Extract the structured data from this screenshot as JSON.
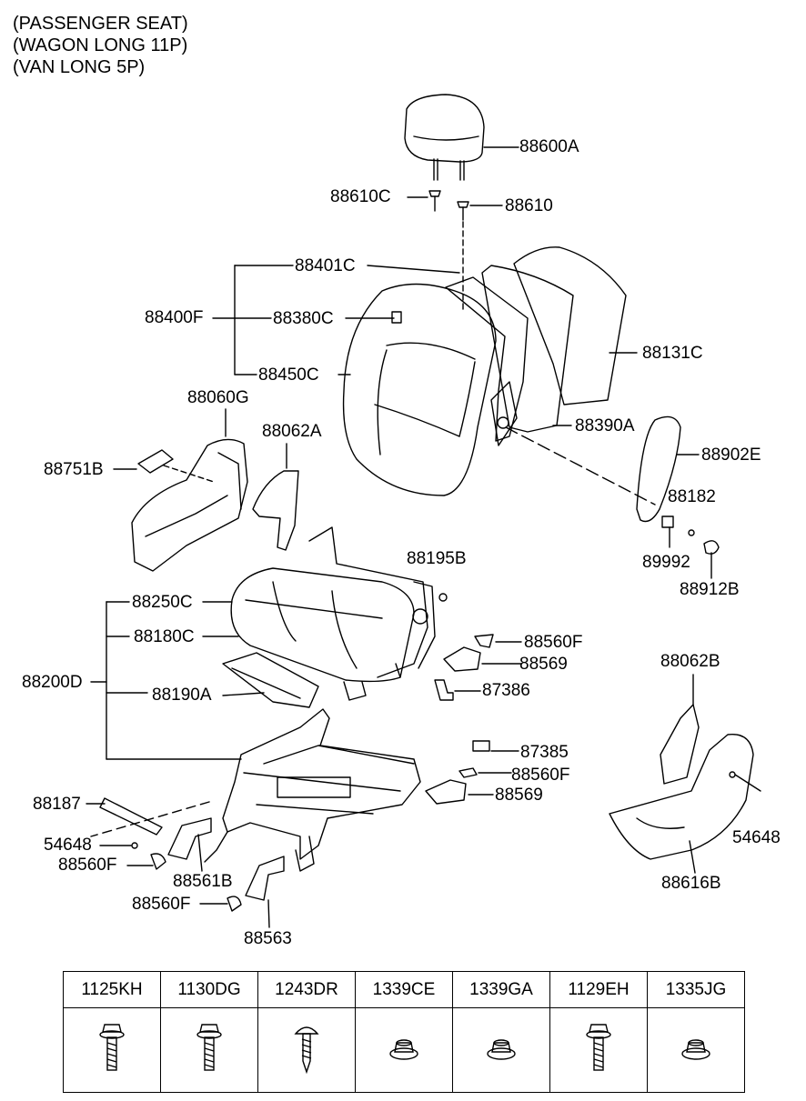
{
  "header": {
    "line1": "(PASSENGER SEAT)",
    "line2": "(WAGON LONG 11P)",
    "line3": "(VAN LONG 5P)"
  },
  "labels": {
    "p88600A": "88600A",
    "p88610C": "88610C",
    "p88610": "88610",
    "p88401C": "88401C",
    "p88400F": "88400F",
    "p88380C": "88380C",
    "p88131C": "88131C",
    "p88450C": "88450C",
    "p88060G": "88060G",
    "p88062A": "88062A",
    "p88390A": "88390A",
    "p88751B": "88751B",
    "p88902E": "88902E",
    "p88182": "88182",
    "p89992": "89992",
    "p88912B": "88912B",
    "p88195B": "88195B",
    "p88250C": "88250C",
    "p88180C": "88180C",
    "p88560F_a": "88560F",
    "p88569_a": "88569",
    "p88200D": "88200D",
    "p88190A": "88190A",
    "p87386": "87386",
    "p88062B": "88062B",
    "p87385": "87385",
    "p88560F_b": "88560F",
    "p88569_b": "88569",
    "p88187": "88187",
    "p54648_a": "54648",
    "p54648_b": "54648",
    "p88560F_c": "88560F",
    "p88561B": "88561B",
    "p88616B": "88616B",
    "p88560F_d": "88560F",
    "p88563": "88563"
  },
  "fastener_table": {
    "headers": [
      "1125KH",
      "1130DG",
      "1243DR",
      "1339CE",
      "1339GA",
      "1129EH",
      "1335JG"
    ],
    "icons": [
      "flange-bolt-icon",
      "flange-bolt-icon",
      "tapping-screw-icon",
      "flange-nut-icon",
      "flange-nut-icon",
      "flange-bolt-icon",
      "flange-nut-icon"
    ]
  }
}
